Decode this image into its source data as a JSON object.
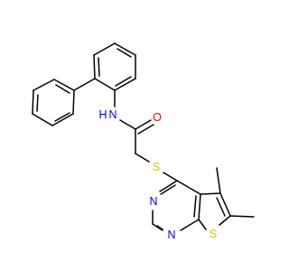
{
  "structure": {
    "atoms": [
      {
        "id": "N_amide",
        "text": "N",
        "color": "#0000ff"
      },
      {
        "id": "H_amide",
        "text": "H",
        "color": "#0000ff"
      },
      {
        "id": "O_carbonyl",
        "text": "O",
        "color": "#ff0000"
      },
      {
        "id": "S_thioether",
        "text": "S",
        "color": "#cccc00"
      },
      {
        "id": "N_pyrimidine_3",
        "text": "N",
        "color": "#0000ff"
      },
      {
        "id": "N_pyrimidine_1",
        "text": "N",
        "color": "#0000ff"
      },
      {
        "id": "S_thiophene",
        "text": "S",
        "color": "#cccc00"
      }
    ]
  }
}
